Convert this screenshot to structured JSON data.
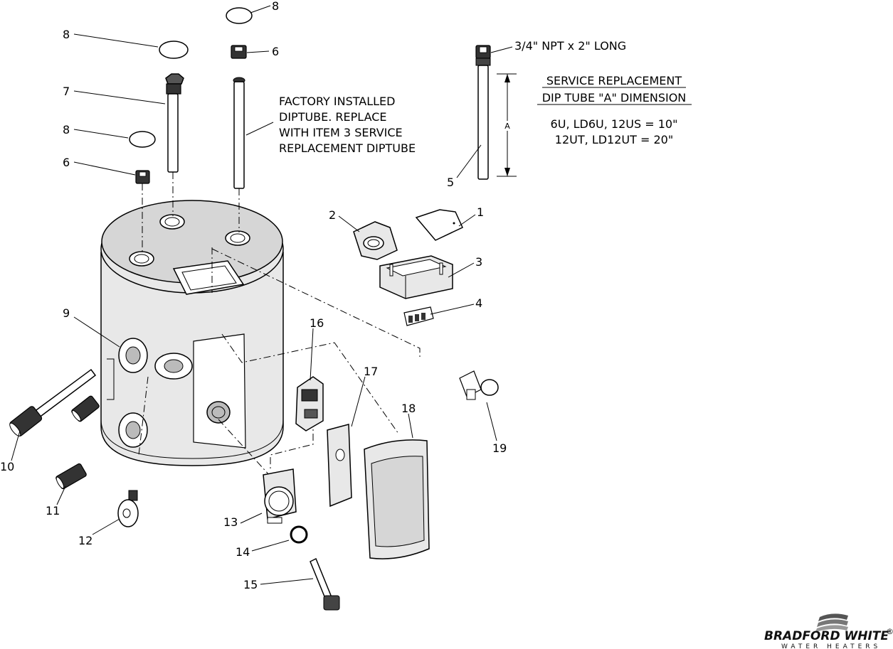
{
  "notes": {
    "nipple_spec": "3/4\" NPT x 2\" LONG",
    "factory": [
      "FACTORY INSTALLED",
      "DIPTUBE. REPLACE",
      "WITH ITEM 3 SERVICE",
      "REPLACEMENT DIPTUBE"
    ],
    "service": [
      "SERVICE REPLACEMENT",
      "DIP TUBE \"A\" DIMENSION"
    ],
    "models": [
      "6U, LD6U, 12US = 10\"",
      "12UT, LD12UT = 20\""
    ],
    "dimension_letter": "A"
  },
  "callouts": {
    "c1": "1",
    "c2": "2",
    "c3": "3",
    "c4": "4",
    "c5": "5",
    "c6a": "6",
    "c6b": "6",
    "c7": "7",
    "c8a": "8",
    "c8b": "8",
    "c8c": "8",
    "c9": "9",
    "c10": "10",
    "c11": "11",
    "c12": "12",
    "c13": "13",
    "c14": "14",
    "c15": "15",
    "c16": "16",
    "c17": "17",
    "c18": "18",
    "c19": "19"
  },
  "brand": {
    "name": "BRADFORD WHITE",
    "mark": "®",
    "tagline": "WATER HEATERS"
  },
  "colors": {
    "line": "#000000",
    "tank": "#e8e8e8",
    "tank_top": "#d6d6d6",
    "parts_dark": "#333333"
  }
}
